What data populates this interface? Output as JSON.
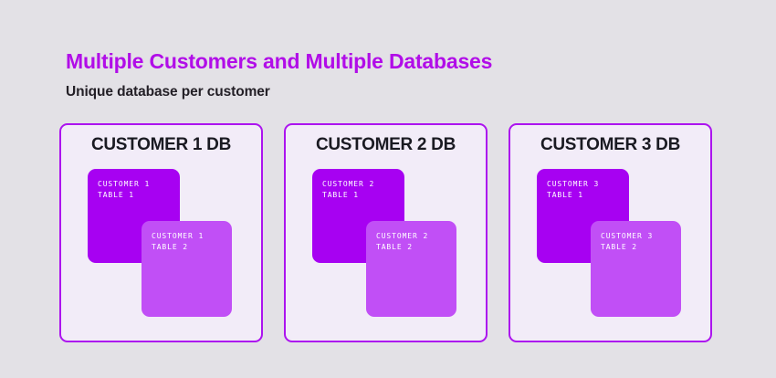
{
  "header": {
    "title": "Multiple Customers and Multiple Databases",
    "subtitle": "Unique database per customer"
  },
  "theme": {
    "page_background": "#e3e1e6",
    "title_color": "#b10de8",
    "subtitle_color": "#231f26",
    "panel_background": "#f2ecf8",
    "panel_border": "#ac14ef",
    "panel_title_color": "#1a1a22",
    "table_primary_color": "#a701f2",
    "table_secondary_color": "#c14ff6",
    "table_text_color": "#ffffff"
  },
  "panels": [
    {
      "title": "CUSTOMER 1 DB",
      "tables": [
        {
          "line1": "CUSTOMER 1",
          "line2": "TABLE 1"
        },
        {
          "line1": "CUSTOMER 1",
          "line2": "TABLE 2"
        }
      ]
    },
    {
      "title": "CUSTOMER 2 DB",
      "tables": [
        {
          "line1": "CUSTOMER 2",
          "line2": "TABLE 1"
        },
        {
          "line1": "CUSTOMER 2",
          "line2": "TABLE 2"
        }
      ]
    },
    {
      "title": "CUSTOMER 3 DB",
      "tables": [
        {
          "line1": "CUSTOMER 3",
          "line2": "TABLE 1"
        },
        {
          "line1": "CUSTOMER 3",
          "line2": "TABLE 2"
        }
      ]
    }
  ]
}
